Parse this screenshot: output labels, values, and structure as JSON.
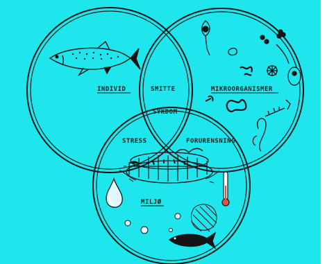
{
  "diagram": {
    "background_color": "#1fe6ec",
    "ink_color": "#151515",
    "circles": [
      {
        "id": "individ",
        "label": "INDIVID"
      },
      {
        "id": "mikroorganismer",
        "label": "MIKROORGANISMER"
      },
      {
        "id": "miljo",
        "label": "MILJØ"
      }
    ],
    "overlaps": {
      "individ_mikro": "SMITTE",
      "center": "SYKDOM",
      "individ_miljo": "STRESS",
      "mikro_miljo": "FORURENSNING"
    },
    "illustrations": [
      "salmon-drawing",
      "microorganism-drawings",
      "fish-cage-drawing",
      "water-drop-drawing",
      "thermometer-drawing",
      "seagull-drawing",
      "fish-drawing"
    ]
  }
}
